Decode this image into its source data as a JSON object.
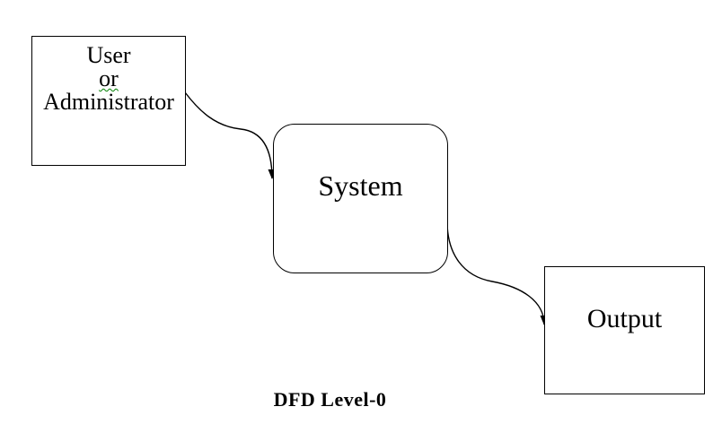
{
  "diagram": {
    "caption": "DFD Level-0",
    "background_color": "#ffffff",
    "stroke_color": "#000000",
    "text_color": "#000000",
    "nodes": {
      "user": {
        "lines": [
          "User",
          "or",
          "Administrator"
        ],
        "shape": "rectangle"
      },
      "system": {
        "label": "System",
        "shape": "rounded-rectangle"
      },
      "output": {
        "label": "Output",
        "shape": "rectangle"
      }
    },
    "edges": [
      {
        "from": "User or Administrator",
        "to": "System",
        "label": ""
      },
      {
        "from": "System",
        "to": "Output",
        "label": ""
      }
    ],
    "spellcheck_underline": {
      "word": "or",
      "color": "#008000"
    }
  }
}
